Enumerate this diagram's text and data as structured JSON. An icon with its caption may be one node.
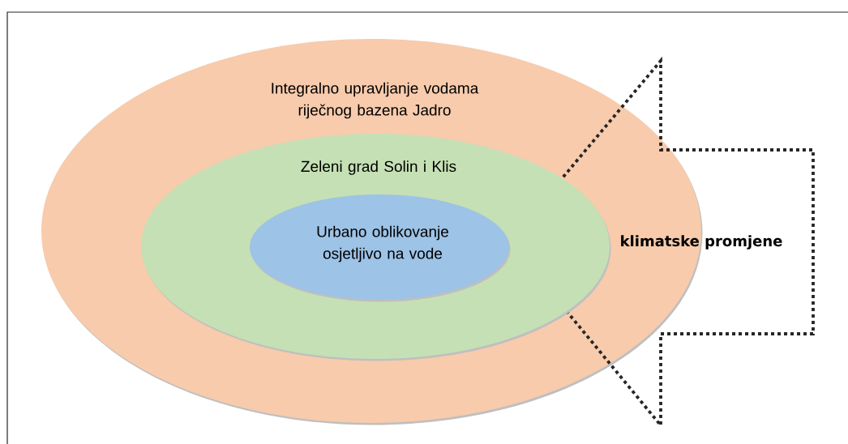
{
  "diagram": {
    "nodes": [
      {
        "text": [
          "Integralno upravljanje vodama riječnog bazena Jadro"
        ]
      },
      {
        "text": [
          "Zeleni grad Solin i Klis"
        ],
        "in": 0
      },
      {
        "text": [
          "Urbano oblikovanje osjetljivo na vode"
        ],
        "in": 1
      },
      {
        "text": [
          "klimatske promjene"
        ]
      }
    ]
  }
}
